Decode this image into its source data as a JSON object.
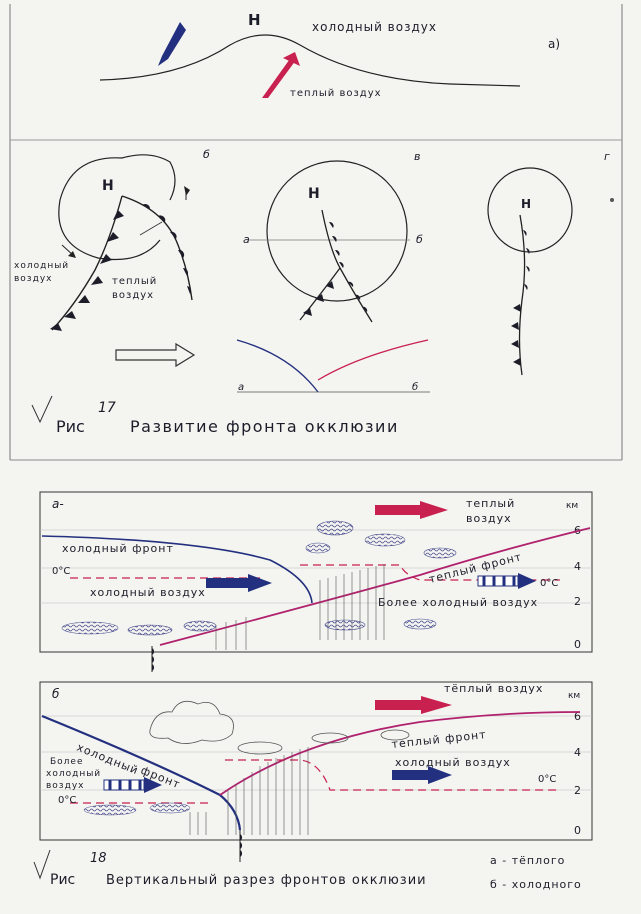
{
  "panel_a": {
    "letter": "а)",
    "low": "Н",
    "cold_air": "холодный воздух",
    "warm_air": "теплый воздух"
  },
  "panel_b": {
    "letter_b": "б",
    "letter_v": "в",
    "letter_g": "г",
    "low": "Н",
    "cold_air_1": "холодный",
    "cold_air_2": "воздух",
    "warm_air_1": "теплый",
    "warm_air_2": "воздух",
    "section_a": "а",
    "section_b": "б",
    "axis_a": "а",
    "axis_b": "б"
  },
  "caption_17": {
    "prefix": "Рис",
    "number": "17",
    "text": "Развитие фронта окклюзии"
  },
  "section_top": {
    "letter": "а-",
    "warm_air_1": "теплый",
    "warm_air_2": "воздух",
    "cold_front": "холодный фронт",
    "zero_c": "0°С",
    "zero_c_right": "0°С",
    "cold_air": "холодный воздух",
    "warm_front": "теплый фронт",
    "colder_air": "Более холодный воздух",
    "km": "км",
    "ticks": [
      "6",
      "4",
      "2",
      "0"
    ]
  },
  "section_bottom": {
    "letter": "б",
    "warm_air": "тёплый воздух",
    "cold_front_1": "холодный",
    "cold_front_2": "фронт",
    "warm_front": "теплый фронт",
    "colder_1": "Более",
    "colder_2": "холодный",
    "colder_3": "воздух",
    "zero_c": "0°С",
    "zero_c_right": "0°С",
    "cold_air": "холодный воздух",
    "km": "км",
    "ticks": [
      "6",
      "4",
      "2",
      "0"
    ]
  },
  "caption_18": {
    "prefix": "Рис",
    "number": "18",
    "text": "Вертикальный разрез фронтов окклюзии",
    "legend_a": "а - тёплого",
    "legend_b": "б - холодного"
  },
  "colors": {
    "ink": "#1d1d2a",
    "blue": "#23307f",
    "red": "#c8204f",
    "magenta": "#b0226e"
  }
}
